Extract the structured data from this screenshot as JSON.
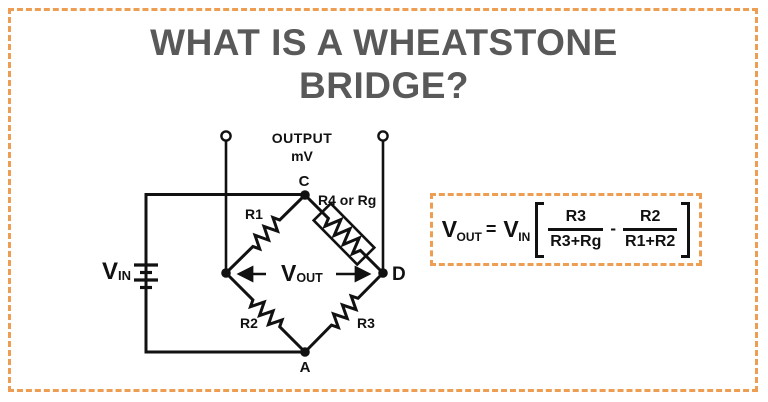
{
  "theme": {
    "accent_orange": "#EE9E53",
    "title_gray": "#595959",
    "ink": "#111111",
    "background": "#FFFFFF"
  },
  "title": {
    "line1": "WHAT IS A WHEATSTONE",
    "line2": "BRIDGE?"
  },
  "circuit": {
    "output_label": "OUTPUT",
    "output_unit": "mV",
    "node_c": "C",
    "node_d": "D",
    "node_a": "A",
    "r1": "R1",
    "r2": "R2",
    "r3": "R3",
    "r4": "R4 or Rg",
    "vin_base": "V",
    "vin_sub": "IN",
    "vout_base": "V",
    "vout_sub": "OUT"
  },
  "formula": {
    "lhs_base": "V",
    "lhs_sub": "OUT",
    "equals": "=",
    "rhs_base": "V",
    "rhs_sub": "IN",
    "frac1_num": "R3",
    "frac1_den": "R3+Rg",
    "operator": "-",
    "frac2_num": "R2",
    "frac2_den": "R1+R2"
  }
}
